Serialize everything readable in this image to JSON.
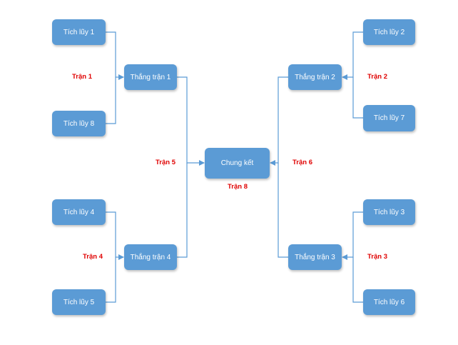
{
  "nodes": {
    "t1": "Tích lũy 1",
    "t8": "Tích lũy 8",
    "t4": "Tích lũy 4",
    "t5": "Tích lũy 5",
    "t2": "Tích lũy 2",
    "t7": "Tích lũy 7",
    "t3": "Tích lũy 3",
    "t6": "Tích lũy 6",
    "w1": "Thắng trận 1",
    "w4": "Thắng trận 4",
    "w2": "Thắng trận 2",
    "w3": "Thắng trận 3",
    "final": "Chung kết"
  },
  "labels": {
    "m1": "Trận 1",
    "m2": "Trận 2",
    "m3": "Trận 3",
    "m4": "Trận 4",
    "m5": "Trận 5",
    "m6": "Trận 6",
    "m8": "Trận 8"
  },
  "colors": {
    "node_fill": "#5b9bd5",
    "connector": "#5b9bd5",
    "match_label": "#e00000"
  }
}
